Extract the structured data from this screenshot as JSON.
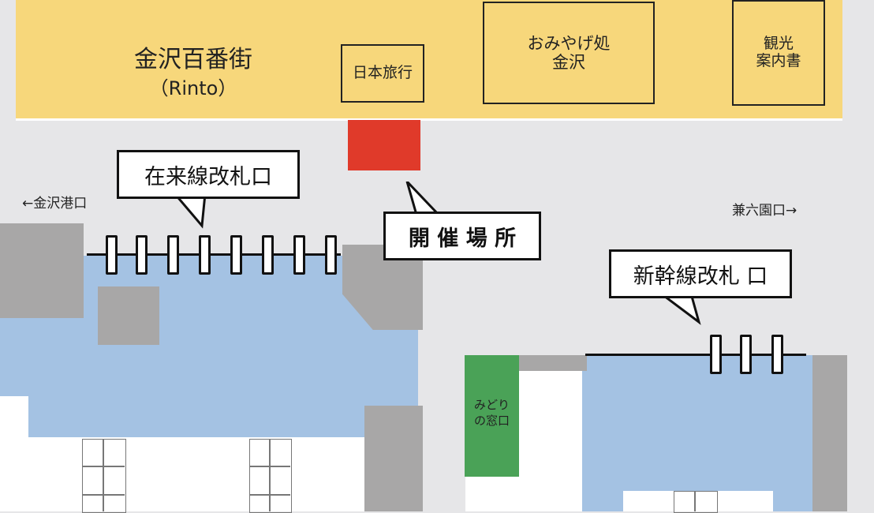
{
  "shops": {
    "hyakubangai_name": "金沢百番街",
    "hyakubangai_sub": "（Rinto）",
    "nihon_ryoko": "日本旅行",
    "omiyage_line1": "おみやげ処",
    "omiyage_line2": "金沢",
    "kanko_line1": "観光",
    "kanko_line2": "案内書"
  },
  "directions": {
    "kanazawa_port_exit": "←金沢港口",
    "kenrokuen_exit": "兼六園口→"
  },
  "callouts": {
    "zairaisen_gate": "在来線改札口",
    "venue": "開 催 場 所",
    "shinkansen_gate": "新幹線改札 口"
  },
  "facilities": {
    "midori_line1": "みどり",
    "midori_line2": "の窓口"
  },
  "colors": {
    "shop_strip": "#f7d77b",
    "venue_marker": "#e03a2a",
    "midori_window": "#4aa257",
    "platform_area": "#a4c2e3",
    "wall": "#a8a7a7",
    "floor": "#e6e6e8"
  }
}
